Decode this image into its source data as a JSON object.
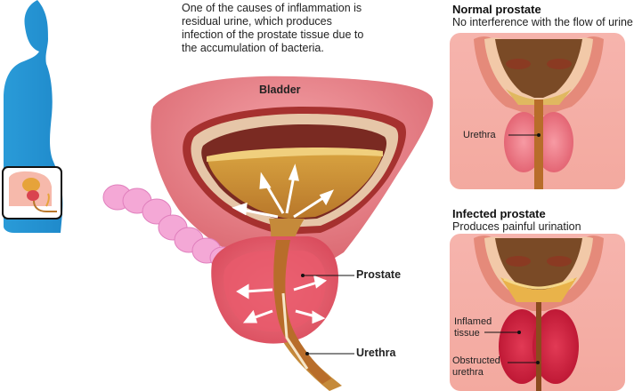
{
  "caption": "One of the causes of inflammation is residual urine, which produces infection of the prostate tissue due to the accumulation of bacteria.",
  "main": {
    "bladder_label": "Bladder",
    "prostate_label": "Prostate",
    "urethra_label": "Urethra"
  },
  "normal": {
    "title": "Normal prostate",
    "subtitle": "No interference with the flow of urine",
    "urethra_label": "Urethra"
  },
  "infected": {
    "title": "Infected prostate",
    "subtitle": "Produces painful urination",
    "inflamed_label_1": "Inflamed",
    "inflamed_label_2": "tissue",
    "obstructed_label_1": "Obstructed",
    "obstructed_label_2": "urethra"
  }
}
